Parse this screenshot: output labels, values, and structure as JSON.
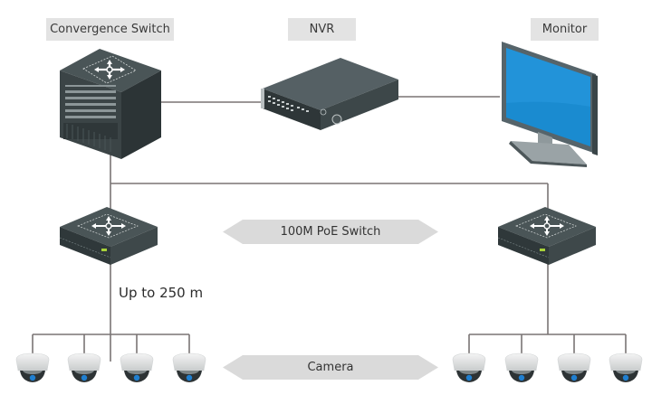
{
  "diagram": {
    "title": "PoE Camera Network Topology",
    "labels": {
      "convergence_switch": "Convergence Switch",
      "nvr": "NVR",
      "monitor": "Monitor",
      "poe_switch": "100M PoE Switch",
      "camera": "Camera",
      "distance": "Up to 250 m"
    },
    "nodes": [
      {
        "id": "convergence-switch",
        "type": "core-switch",
        "label": "Convergence Switch"
      },
      {
        "id": "nvr",
        "type": "nvr",
        "label": "NVR"
      },
      {
        "id": "monitor",
        "type": "monitor",
        "label": "Monitor"
      },
      {
        "id": "poe-switch-left",
        "type": "poe-switch",
        "label": "100M PoE Switch"
      },
      {
        "id": "poe-switch-right",
        "type": "poe-switch",
        "label": "100M PoE Switch"
      },
      {
        "id": "camera-left-1",
        "type": "dome-camera",
        "label": "Camera"
      },
      {
        "id": "camera-left-2",
        "type": "dome-camera",
        "label": "Camera"
      },
      {
        "id": "camera-left-3",
        "type": "dome-camera",
        "label": "Camera"
      },
      {
        "id": "camera-left-4",
        "type": "dome-camera",
        "label": "Camera"
      },
      {
        "id": "camera-right-1",
        "type": "dome-camera",
        "label": "Camera"
      },
      {
        "id": "camera-right-2",
        "type": "dome-camera",
        "label": "Camera"
      },
      {
        "id": "camera-right-3",
        "type": "dome-camera",
        "label": "Camera"
      },
      {
        "id": "camera-right-4",
        "type": "dome-camera",
        "label": "Camera"
      }
    ],
    "edges": [
      {
        "from": "convergence-switch",
        "to": "nvr"
      },
      {
        "from": "nvr",
        "to": "monitor"
      },
      {
        "from": "convergence-switch",
        "to": "poe-switch-left"
      },
      {
        "from": "convergence-switch",
        "to": "poe-switch-right"
      },
      {
        "from": "poe-switch-left",
        "to": "camera-left-1",
        "note": "Up to 250 m"
      },
      {
        "from": "poe-switch-left",
        "to": "camera-left-2"
      },
      {
        "from": "poe-switch-left",
        "to": "camera-left-3"
      },
      {
        "from": "poe-switch-left",
        "to": "camera-left-4"
      },
      {
        "from": "poe-switch-right",
        "to": "camera-right-1"
      },
      {
        "from": "poe-switch-right",
        "to": "camera-right-2"
      },
      {
        "from": "poe-switch-right",
        "to": "camera-right-3"
      },
      {
        "from": "poe-switch-right",
        "to": "camera-right-4"
      }
    ],
    "colors": {
      "label_bg": "#e3e3e3",
      "line": "#7a7474",
      "device_dark": "#3b4446",
      "screen_blue": "#1a8bd0",
      "camera_lens": "#1f7fd0",
      "led_green": "#a8d23a"
    }
  }
}
